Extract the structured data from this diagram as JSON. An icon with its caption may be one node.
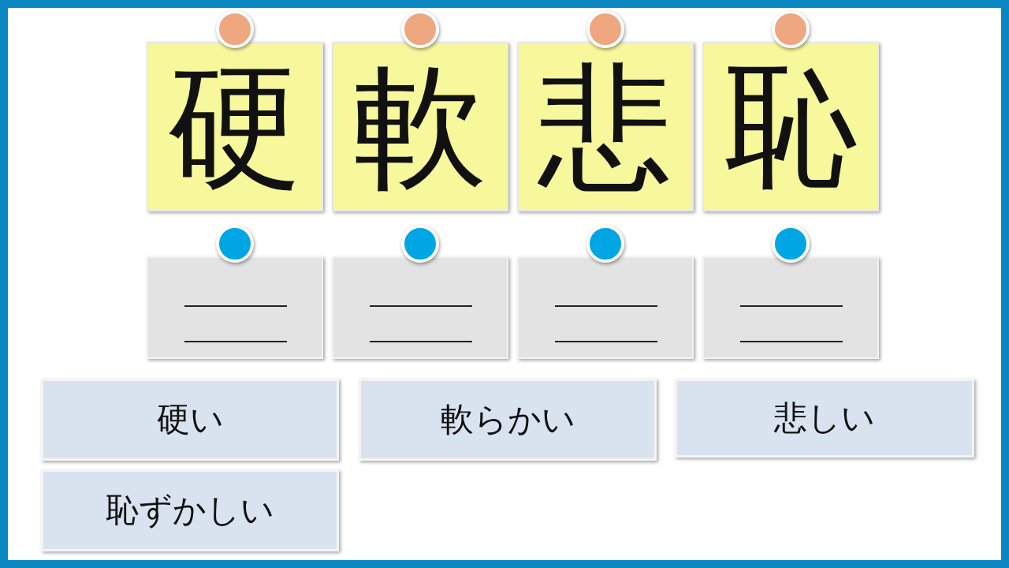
{
  "diagram": {
    "nodes": [
      {
        "text": [
          "硬"
        ]
      },
      {
        "text": [
          "軟"
        ]
      },
      {
        "text": [
          "悲"
        ]
      },
      {
        "text": [
          "恥"
        ]
      },
      {
        "text": [],
        "shape": "box"
      },
      {
        "text": [],
        "shape": "box"
      },
      {
        "text": [],
        "shape": "box"
      },
      {
        "text": [],
        "shape": "box"
      },
      {
        "text": [
          "硬い"
        ]
      },
      {
        "text": [
          "軟らかい"
        ]
      },
      {
        "text": [
          "悲しい"
        ]
      },
      {
        "text": [
          "恥ずかしい"
        ]
      }
    ]
  }
}
